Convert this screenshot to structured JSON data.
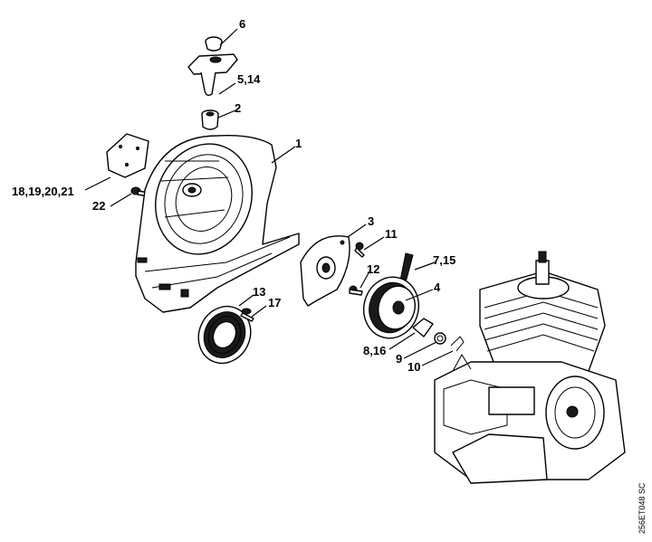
{
  "callouts": {
    "c1": "1",
    "c2": "2",
    "c3": "3",
    "c4": "4",
    "c5_14": "5,14",
    "c6": "6",
    "c7_15": "7,15",
    "c8_16": "8,16",
    "c9": "9",
    "c10": "10",
    "c11": "11",
    "c12": "12",
    "c13": "13",
    "c17": "17",
    "c18_21": "18,19,20,21",
    "c22": "22"
  },
  "drawing_code": "256ET048 SC"
}
